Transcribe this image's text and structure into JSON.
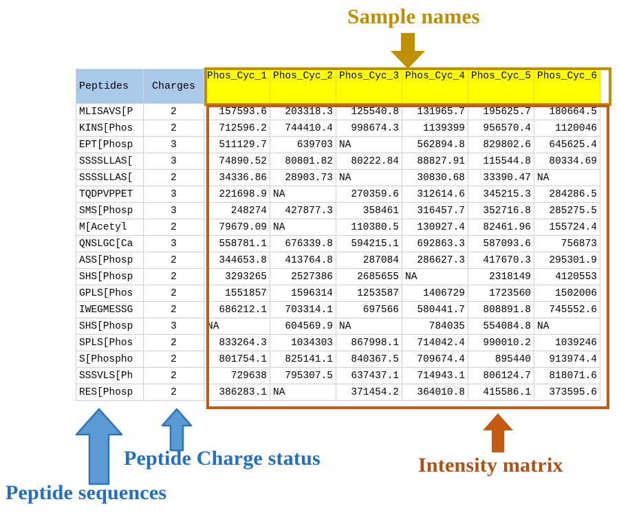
{
  "annotations": {
    "sample_names": "Sample names",
    "peptide_sequences": "Peptide sequences",
    "charge_status": "Peptide Charge status",
    "intensity_matrix": "Intensity matrix"
  },
  "colors": {
    "sample_names_accent": "#bf8f00",
    "sample_header_fill": "#ffff00",
    "table_header_fill": "#a9c9e8",
    "blue_accent": "#1f6fc4",
    "intensity_accent": "#c55a11"
  },
  "table": {
    "headers": {
      "peptides": "Peptides",
      "charges": "Charges",
      "samples": [
        "Phos_Cyc_1",
        "Phos_Cyc_2",
        "Phos_Cyc_3",
        "Phos_Cyc_4",
        "Phos_Cyc_5",
        "Phos_Cyc_6"
      ]
    },
    "rows": [
      {
        "peptide": "MLISAVS[P",
        "charge": "2",
        "values": [
          "157593.6",
          "203318.3",
          "125540.8",
          "131965.7",
          "195625.7",
          "180664.5"
        ]
      },
      {
        "peptide": "KINS[Phos",
        "charge": "2",
        "values": [
          "712596.2",
          "744410.4",
          "998674.3",
          "1139399",
          "956570.4",
          "1120046"
        ]
      },
      {
        "peptide": "EPT[Phosp",
        "charge": "3",
        "values": [
          "511129.7",
          "639703",
          "NA",
          "562894.8",
          "829802.6",
          "645625.4"
        ]
      },
      {
        "peptide": "SSSSLLAS[",
        "charge": "3",
        "values": [
          "74890.52",
          "80801.82",
          "80222.84",
          "88827.91",
          "115544.8",
          "80334.69"
        ]
      },
      {
        "peptide": "SSSSLLAS[",
        "charge": "2",
        "values": [
          "34336.86",
          "28903.73",
          "NA",
          "30830.68",
          "33390.47",
          "NA"
        ]
      },
      {
        "peptide": "TQDPVPPET",
        "charge": "3",
        "values": [
          "221698.9",
          "NA",
          "270359.6",
          "312614.6",
          "345215.3",
          "284286.5"
        ]
      },
      {
        "peptide": "SMS[Phosp",
        "charge": "3",
        "values": [
          "248274",
          "427877.3",
          "358461",
          "316457.7",
          "352716.8",
          "285275.5"
        ]
      },
      {
        "peptide": "M[Acetyl",
        "charge": "2",
        "values": [
          "79679.09",
          "NA",
          "110380.5",
          "130927.4",
          "82461.96",
          "155724.4"
        ]
      },
      {
        "peptide": "QNSLGC[Ca",
        "charge": "3",
        "values": [
          "558781.1",
          "676339.8",
          "594215.1",
          "692863.3",
          "587093.6",
          "756873"
        ]
      },
      {
        "peptide": "ASS[Phosp",
        "charge": "2",
        "values": [
          "344653.8",
          "413764.8",
          "287084",
          "286627.3",
          "417670.3",
          "295301.9"
        ]
      },
      {
        "peptide": "SHS[Phosp",
        "charge": "2",
        "values": [
          "3293265",
          "2527386",
          "2685655",
          "NA",
          "2318149",
          "4120553"
        ]
      },
      {
        "peptide": "GPLS[Phos",
        "charge": "2",
        "values": [
          "1551857",
          "1596314",
          "1253587",
          "1406729",
          "1723560",
          "1502006"
        ]
      },
      {
        "peptide": "IWEGMESSG",
        "charge": "2",
        "values": [
          "686212.1",
          "703314.1",
          "697566",
          "580441.7",
          "808891.8",
          "745552.6"
        ]
      },
      {
        "peptide": "SHS[Phosp",
        "charge": "3",
        "values": [
          "NA",
          "604569.9",
          "NA",
          "784035",
          "554084.8",
          "NA"
        ]
      },
      {
        "peptide": "SPLS[Phos",
        "charge": "2",
        "values": [
          "833264.3",
          "1034303",
          "867998.1",
          "714042.4",
          "990010.2",
          "1039246"
        ]
      },
      {
        "peptide": "S[Phospho",
        "charge": "2",
        "values": [
          "801754.1",
          "825141.1",
          "840367.5",
          "709674.4",
          "895440",
          "913974.4"
        ]
      },
      {
        "peptide": "SSSVLS[Ph",
        "charge": "2",
        "values": [
          "729638",
          "795307.5",
          "637437.1",
          "714943.1",
          "806124.7",
          "818071.6"
        ]
      },
      {
        "peptide": "RES[Phosp",
        "charge": "2",
        "values": [
          "386283.1",
          "NA",
          "371454.2",
          "364010.8",
          "415586.1",
          "373595.6"
        ]
      }
    ]
  }
}
